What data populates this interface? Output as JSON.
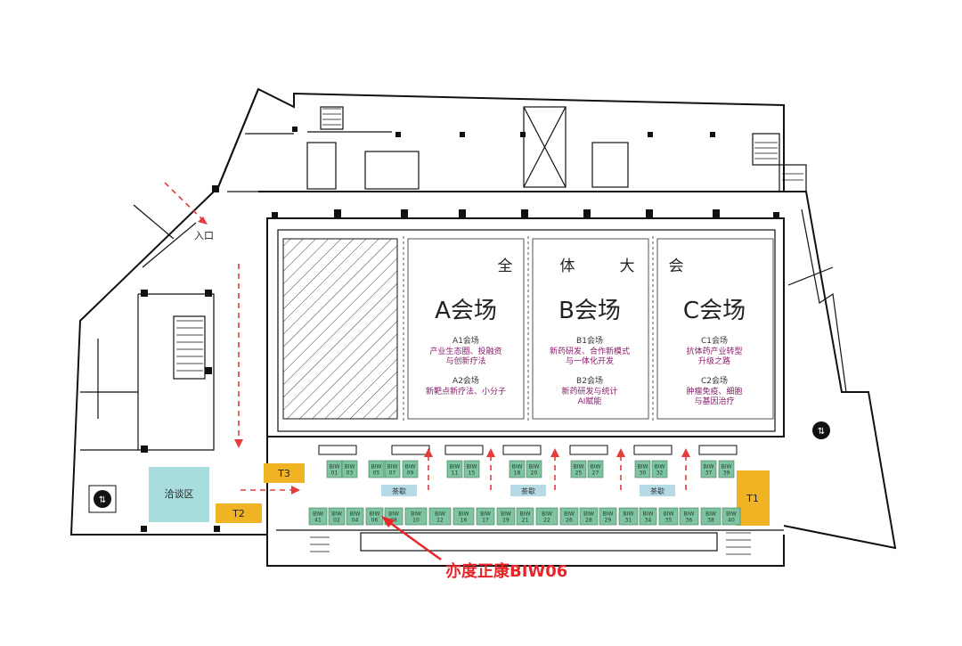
{
  "entrance_label": "入口",
  "plenary_label": [
    "全",
    "体",
    "大",
    "会"
  ],
  "halls": [
    {
      "title": "A会场",
      "s1": "A1会场",
      "t1a": "产业生态圈、投融资",
      "t1b": "与创新疗法",
      "s2": "A2会场",
      "t2a": "新靶点新疗法、小分子",
      "t2b": ""
    },
    {
      "title": "B会场",
      "s1": "B1会场",
      "t1a": "新药研发、合作新模式",
      "t1b": "与一体化开发",
      "s2": "B2会场",
      "t2a": "新药研发与统计",
      "t2b": "AI赋能"
    },
    {
      "title": "C会场",
      "s1": "C1会场",
      "t1a": "抗体药产业转型",
      "t1b": "升级之路",
      "s2": "C2会场",
      "t2a": "肿瘤免疫、细胞",
      "t2b": "与基因治疗"
    }
  ],
  "upper_booths": [
    {
      "top": "BIW",
      "num": "01"
    },
    {
      "top": "BIW",
      "num": "03"
    },
    {
      "top": "BIW",
      "num": "05"
    },
    {
      "top": "BIW",
      "num": "07"
    },
    {
      "top": "BIW",
      "num": "09"
    },
    {
      "top": "BIW",
      "num": "11"
    },
    {
      "top": "BIW",
      "num": "15"
    },
    {
      "top": "BIW",
      "num": "18"
    },
    {
      "top": "BIW",
      "num": "20"
    },
    {
      "top": "BIW",
      "num": "25"
    },
    {
      "top": "BIW",
      "num": "27"
    },
    {
      "top": "BIW",
      "num": "30"
    },
    {
      "top": "BIW",
      "num": "32"
    },
    {
      "top": "BIW",
      "num": "37"
    },
    {
      "top": "BIW",
      "num": "39"
    }
  ],
  "lower_booths": [
    {
      "top": "BIW",
      "num": "41"
    },
    {
      "top": "BIW",
      "num": "02"
    },
    {
      "top": "BIW",
      "num": "04"
    },
    {
      "top": "BIW",
      "num": "06"
    },
    {
      "top": "BIW",
      "num": "08"
    },
    {
      "top": "BIW",
      "num": "10"
    },
    {
      "top": "BIW",
      "num": "12"
    },
    {
      "top": "BIW",
      "num": "16"
    },
    {
      "top": "BIW",
      "num": "17"
    },
    {
      "top": "BIW",
      "num": "19"
    },
    {
      "top": "BIW",
      "num": "21"
    },
    {
      "top": "BIW",
      "num": "22"
    },
    {
      "top": "BIW",
      "num": "26"
    },
    {
      "top": "BIW",
      "num": "28"
    },
    {
      "top": "BIW",
      "num": "29"
    },
    {
      "top": "BIW",
      "num": "31"
    },
    {
      "top": "BIW",
      "num": "34"
    },
    {
      "top": "BIW",
      "num": "35"
    },
    {
      "top": "BIW",
      "num": "36"
    },
    {
      "top": "BIW",
      "num": "38"
    },
    {
      "top": "BIW",
      "num": "40"
    }
  ],
  "tea_label": "茶歇",
  "t_labels": {
    "t1": "T1",
    "t2": "T2",
    "t3": "T3"
  },
  "negotiation_label": "洽谈区",
  "callout_label": "亦度正康BIW06",
  "colors": {
    "booth": "#7fc4a0",
    "tea": "#b7dbe6",
    "terminal": "#f0b324",
    "negotiation": "#a9dcdd",
    "topic": "#8a1c6c",
    "callout": "#e8262a"
  }
}
